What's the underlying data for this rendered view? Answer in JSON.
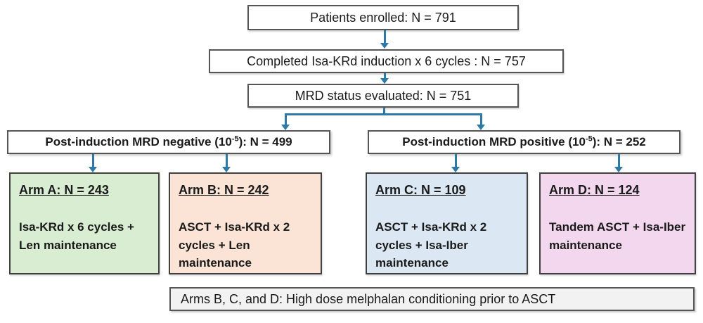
{
  "flow": {
    "enrolled": "Patients enrolled: N = 791",
    "completed": "Completed Isa-KRd induction x 6 cycles : N = 757",
    "mrd_evaluated": "MRD status evaluated: N = 751"
  },
  "branches": {
    "negative": {
      "text_prefix": "Post-induction MRD negative (10",
      "superscript": "-5",
      "text_suffix": "): N = 499"
    },
    "positive": {
      "text_prefix": "Post-induction MRD positive (10",
      "superscript": "-5",
      "text_suffix": "): N = 252"
    }
  },
  "arms": [
    {
      "label": "Arm A: N = 243",
      "treatment": "Isa-KRd x 6 cycles + Len maintenance",
      "bg_color": "#d9edd3"
    },
    {
      "label": "Arm B: N = 242",
      "treatment": "ASCT + Isa-KRd x 2 cycles + Len maintenance",
      "bg_color": "#fbe4d5"
    },
    {
      "label": "Arm C: N = 109",
      "treatment": "ASCT + Isa-KRd x 2 cycles + Isa-Iber maintenance",
      "bg_color": "#dbe8f4"
    },
    {
      "label": "Arm D: N = 124",
      "treatment": "Tandem ASCT + Isa-Iber maintenance",
      "bg_color": "#f2d7ee"
    }
  ],
  "footnote": "Arms B, C, and D: High dose melphalan conditioning prior to ASCT",
  "colors": {
    "arrow": "#2e7aa6",
    "plain_box_border": "#555555",
    "arm_box_border": "#404040",
    "footnote_bg": "#f2f2f2"
  }
}
